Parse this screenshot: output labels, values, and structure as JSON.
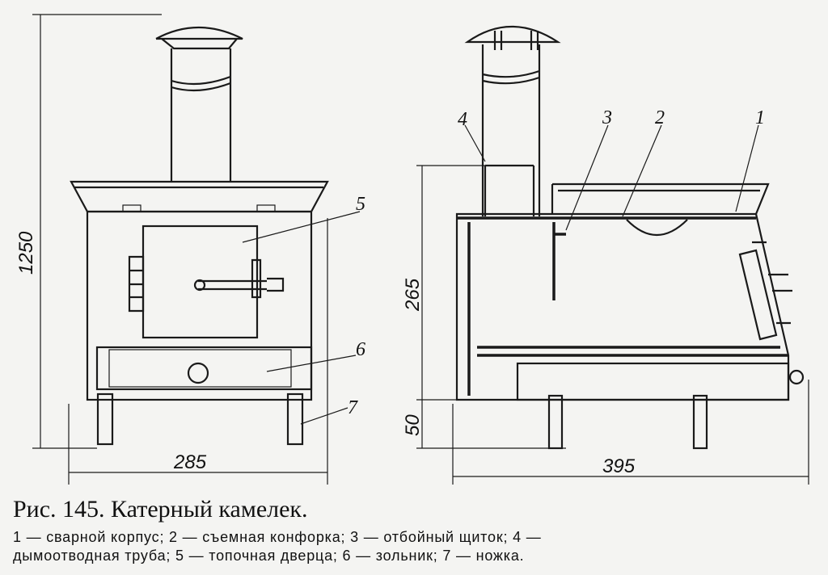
{
  "figure": {
    "caption": "Рис. 145. Катерный камелек.",
    "legend_line1": "1 — сварной корпус; 2 — съемная конфорка; 3 — отбойный щиток; 4 —",
    "legend_line2": "дымоотводная труба; 5 — топочная дверца; 6 — зольник; 7 — ножка."
  },
  "front_view": {
    "dims": {
      "height_total": "1250",
      "width": "285"
    },
    "labels": {
      "door": "5",
      "ash_pan": "6",
      "leg": "7"
    }
  },
  "side_view": {
    "dims": {
      "body_height": "265",
      "leg_height": "50",
      "length": "395"
    },
    "labels": {
      "body": "1",
      "hotplate": "2",
      "shield": "3",
      "flue_pipe": "4"
    }
  }
}
